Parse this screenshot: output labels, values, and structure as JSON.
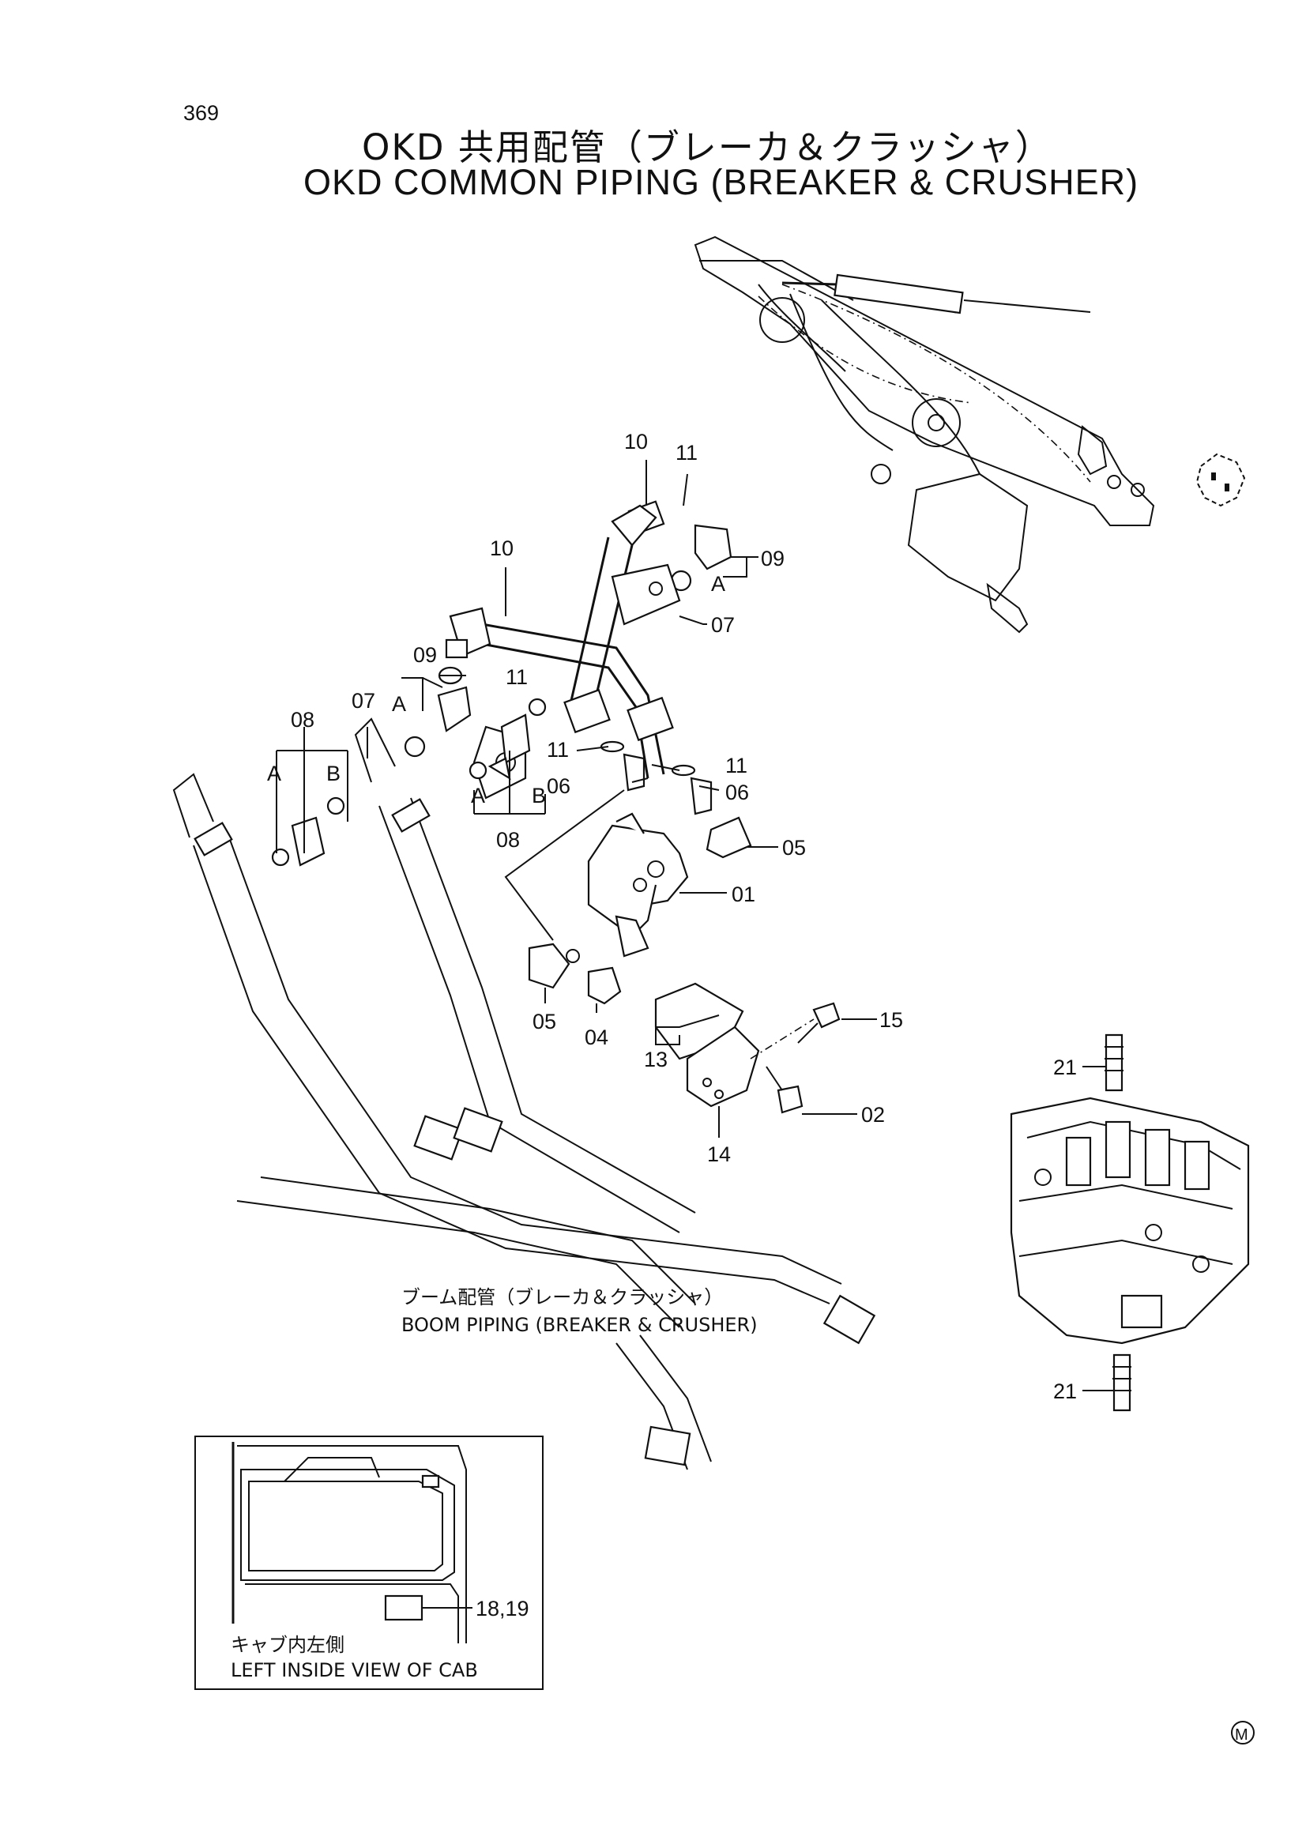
{
  "page_number": "369",
  "title_jp": "OKD 共用配管（ブレーカ＆クラッシャ）",
  "title_en": "OKD COMMON PIPING (BREAKER & CRUSHER)",
  "callouts": {
    "c10a": "10",
    "c11a": "11",
    "c10b": "10",
    "c09a": "09",
    "c07a": "07",
    "c09b": "09",
    "c11b": "11",
    "c07b": "07",
    "c08a": "08",
    "c11c": "11",
    "c11d": "11",
    "c06a": "06",
    "c06b": "06",
    "c08b": "08",
    "c05a": "05",
    "c01": "01",
    "c05b": "05",
    "c04": "04",
    "c13": "13",
    "c15": "15",
    "c02": "02",
    "c14": "14",
    "c21a": "21",
    "c21b": "21",
    "c1819": "18,19"
  },
  "letters": {
    "A1": "A",
    "A2": "A",
    "A3": "A",
    "A4": "A",
    "B1": "B",
    "B2": "B"
  },
  "boom_caption_jp": "ブーム配管（ブレーカ＆クラッシャ）",
  "boom_caption_en": "BOOM PIPING (BREAKER & CRUSHER)",
  "cab_caption_jp": "キャブ内左側",
  "cab_caption_en": "LEFT INSIDE VIEW OF CAB",
  "mark": "M"
}
